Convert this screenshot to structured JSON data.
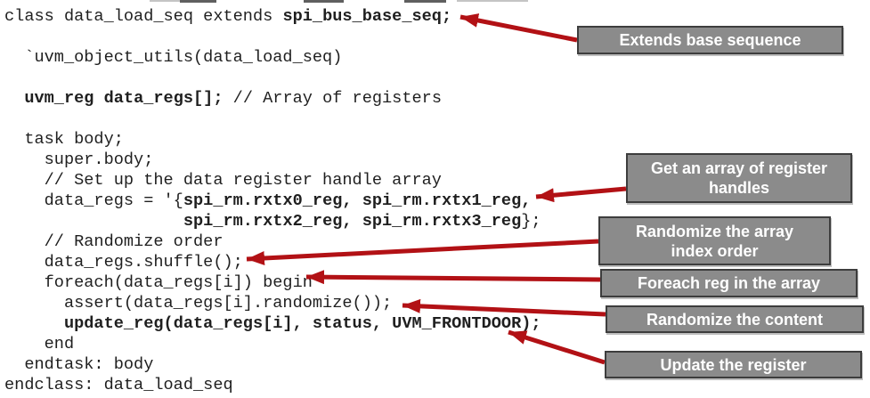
{
  "colors": {
    "background": "#ffffff",
    "code_text": "#1f1f1f",
    "arrow_red": "#b21115",
    "callout_bg": "#8b8b8b",
    "callout_border": "#3d3d3d",
    "callout_text": "#ffffff"
  },
  "code": {
    "lines": [
      {
        "segments": [
          {
            "t": "class data_load_seq extends ",
            "b": false
          },
          {
            "t": "spi_bus_base_seq;",
            "b": true
          }
        ]
      },
      {
        "segments": []
      },
      {
        "segments": [
          {
            "t": "  `uvm_object_utils(data_load_seq)",
            "b": false
          }
        ]
      },
      {
        "segments": []
      },
      {
        "segments": [
          {
            "t": "  ",
            "b": false
          },
          {
            "t": "uvm_reg data_regs[];",
            "b": true
          },
          {
            "t": " // Array of registers",
            "b": false
          }
        ]
      },
      {
        "segments": []
      },
      {
        "segments": [
          {
            "t": "  task body;",
            "b": false
          }
        ]
      },
      {
        "segments": [
          {
            "t": "    super.body;",
            "b": false
          }
        ]
      },
      {
        "segments": [
          {
            "t": "    // Set up the data register handle array",
            "b": false
          }
        ]
      },
      {
        "segments": [
          {
            "t": "    data_regs = '{",
            "b": false
          },
          {
            "t": "spi_rm.rxtx0_reg, spi_rm.rxtx1_reg,",
            "b": true
          }
        ]
      },
      {
        "segments": [
          {
            "t": "                  ",
            "b": false
          },
          {
            "t": "spi_rm.rxtx2_reg, spi_rm.rxtx3_reg",
            "b": true
          },
          {
            "t": "};",
            "b": false
          }
        ]
      },
      {
        "segments": [
          {
            "t": "    // Randomize order",
            "b": false
          }
        ]
      },
      {
        "segments": [
          {
            "t": "    data_regs.shuffle();",
            "b": false
          }
        ]
      },
      {
        "segments": [
          {
            "t": "    foreach(data_regs[i]) begin",
            "b": false
          }
        ]
      },
      {
        "segments": [
          {
            "t": "      assert(data_regs[i].randomize());",
            "b": false
          }
        ]
      },
      {
        "segments": [
          {
            "t": "      ",
            "b": false
          },
          {
            "t": "update_reg(data_regs[i], status, UVM_FRONTDOOR);",
            "b": true
          }
        ]
      },
      {
        "segments": [
          {
            "t": "    end",
            "b": false
          }
        ]
      },
      {
        "segments": [
          {
            "t": "  endtask: body",
            "b": false
          }
        ]
      },
      {
        "segments": [
          {
            "t": "endclass: data_load_seq",
            "b": false
          }
        ]
      }
    ]
  },
  "callouts": [
    {
      "id": "extends-base-sequence",
      "label": "Extends base sequence"
    },
    {
      "id": "get-array-of-register-handles",
      "label": "Get an array of register\nhandles"
    },
    {
      "id": "randomize-array-index-order",
      "label": "Randomize the array\nindex order"
    },
    {
      "id": "foreach-reg-in-array",
      "label": "Foreach reg in the array"
    },
    {
      "id": "randomize-the-content",
      "label": "Randomize the content"
    },
    {
      "id": "update-the-register",
      "label": "Update the register"
    }
  ]
}
